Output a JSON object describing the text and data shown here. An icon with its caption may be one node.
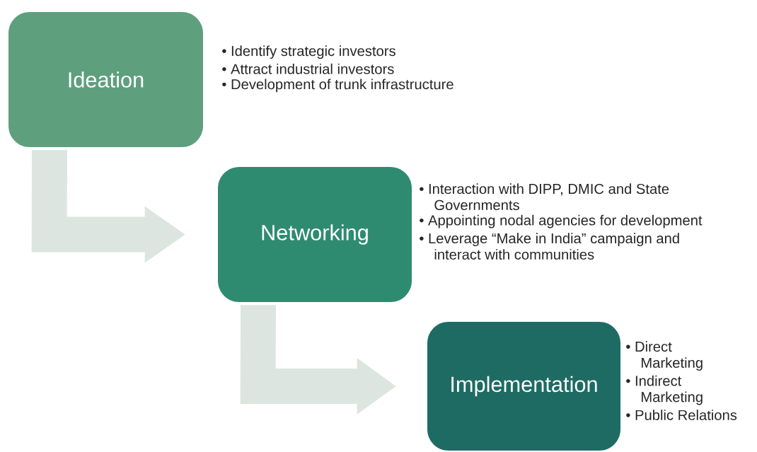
{
  "diagram": {
    "nodes": [
      {
        "text": [
          "Ideation"
        ],
        "beside": [
          "• Identify strategic investors",
          "• Attract industrial investors",
          "• Development of trunk infrastructure"
        ]
      },
      {
        "text": [
          "Networking"
        ],
        "beside": [
          "• Interaction with DIPP, DMIC and State Governments",
          "• Appointing nodal agencies for development",
          "• Leverage “Make in India” campaign and interact with communities"
        ]
      },
      {
        "text": [
          "Implementation"
        ],
        "beside": [
          "• Direct Marketing",
          "• Indirect Marketing",
          "• Public Relations"
        ]
      }
    ],
    "edges": [
      {
        "from": 0,
        "to": 1,
        "arrow": "to"
      },
      {
        "from": 1,
        "to": 2,
        "arrow": "to"
      }
    ]
  }
}
